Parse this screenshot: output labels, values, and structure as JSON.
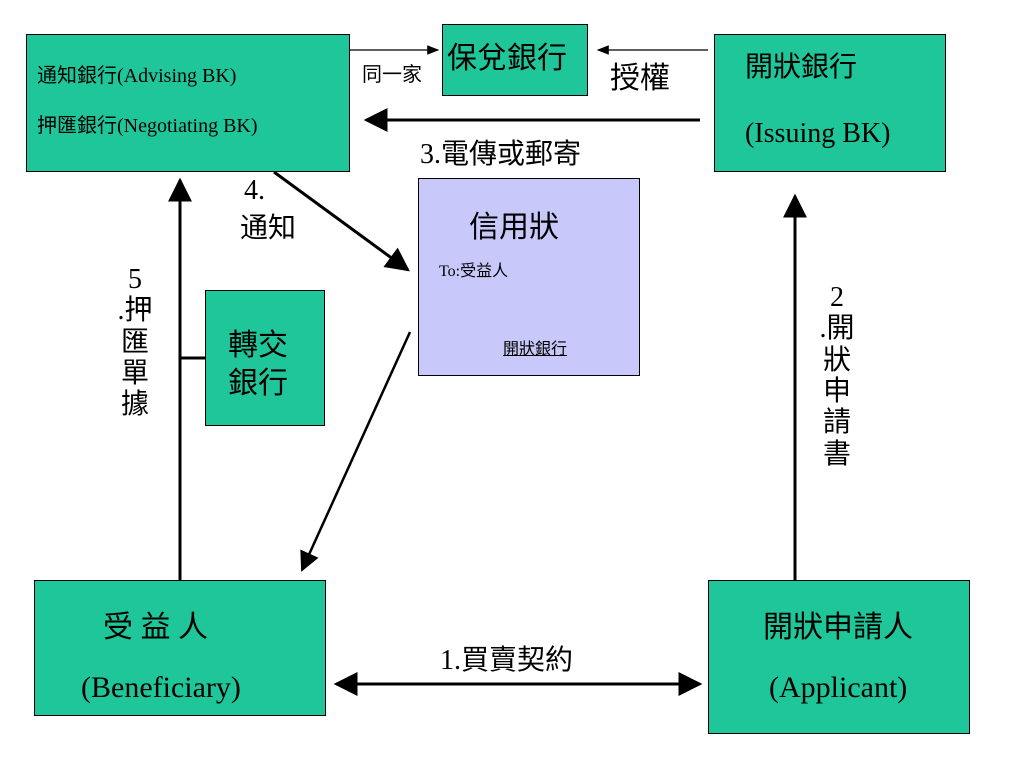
{
  "nodes": {
    "advising": {
      "line1": "通知銀行(Advising BK)",
      "line2": "押匯銀行(Negotiating BK)"
    },
    "confirming": {
      "label": "保兌銀行"
    },
    "issuing": {
      "line1": "開狀銀行",
      "line2": "(Issuing BK)"
    },
    "lc": {
      "title": "信用狀",
      "to": "To:受益人",
      "signature": "開狀銀行"
    },
    "transfer": {
      "line1": "轉交",
      "line2": "銀行"
    },
    "beneficiary": {
      "line1": "受 益 人",
      "line2": "(Beneficiary)"
    },
    "applicant": {
      "line1": "開狀申請人",
      "line2": "(Applicant)"
    }
  },
  "labels": {
    "same_bank": "同一家",
    "authorize": "授權",
    "step3": "3.電傳或郵寄",
    "step4_num": "4.",
    "step4_text": "通知",
    "step5_chars": [
      "5",
      ".押",
      "匯",
      "單",
      "據"
    ],
    "step2_chars": [
      "2",
      ".開",
      "狀",
      "申",
      "請",
      "書"
    ],
    "step1": "1.買賣契約"
  }
}
